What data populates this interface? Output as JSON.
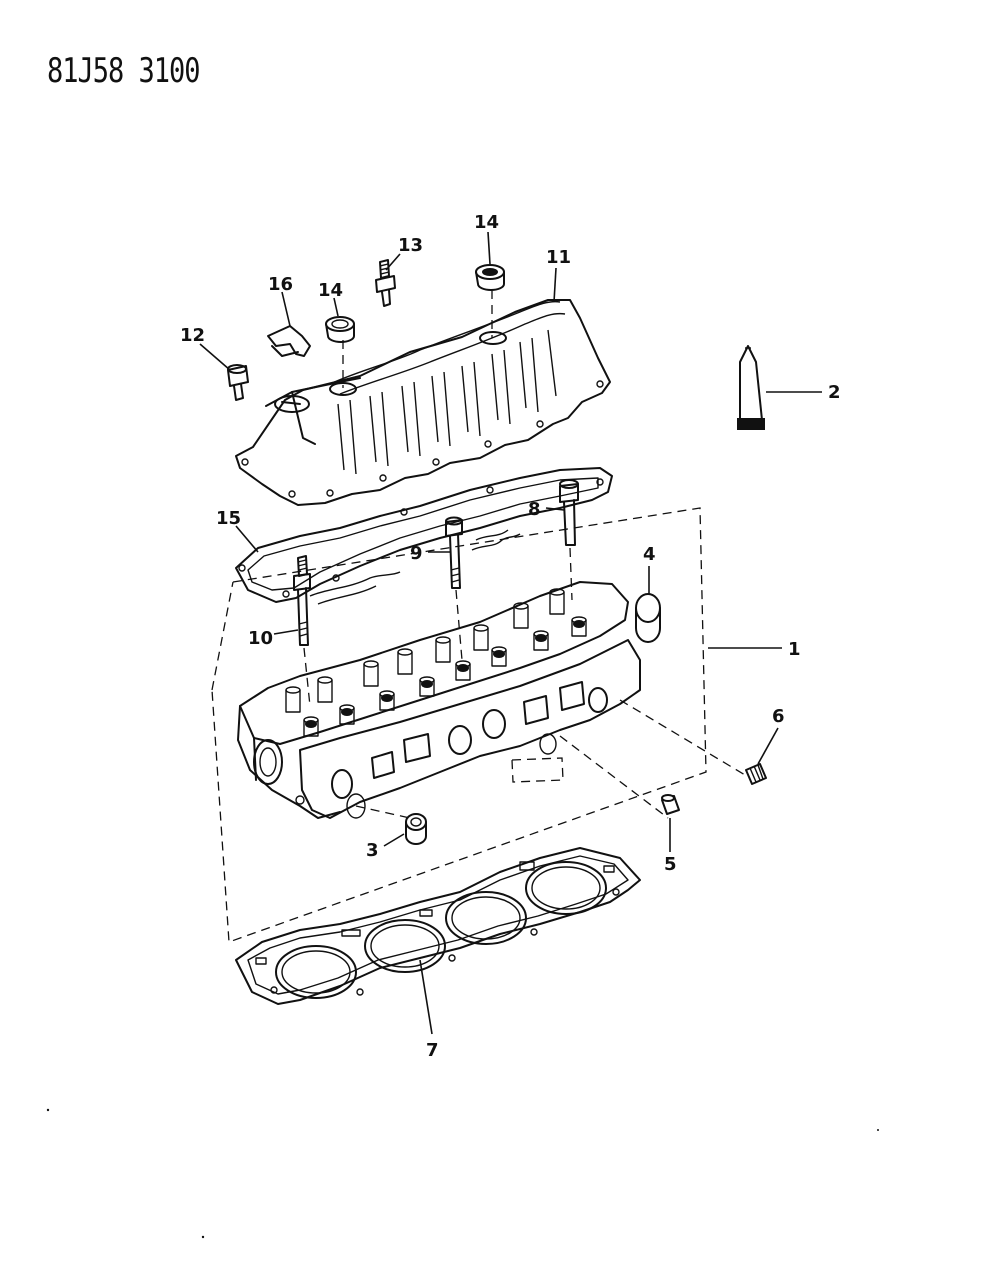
{
  "page_code": "81J58 3100",
  "callouts": [
    {
      "id": "c1",
      "label": "1"
    },
    {
      "id": "c2",
      "label": "2"
    },
    {
      "id": "c3",
      "label": "3"
    },
    {
      "id": "c4",
      "label": "4"
    },
    {
      "id": "c5",
      "label": "5"
    },
    {
      "id": "c6",
      "label": "6"
    },
    {
      "id": "c7",
      "label": "7"
    },
    {
      "id": "c8",
      "label": "8"
    },
    {
      "id": "c9",
      "label": "9"
    },
    {
      "id": "c10",
      "label": "10"
    },
    {
      "id": "c11",
      "label": "11"
    },
    {
      "id": "c12",
      "label": "12"
    },
    {
      "id": "c13",
      "label": "13"
    },
    {
      "id": "c14a",
      "label": "14"
    },
    {
      "id": "c14b",
      "label": "14"
    },
    {
      "id": "c15",
      "label": "15"
    },
    {
      "id": "c16",
      "label": "16"
    }
  ]
}
